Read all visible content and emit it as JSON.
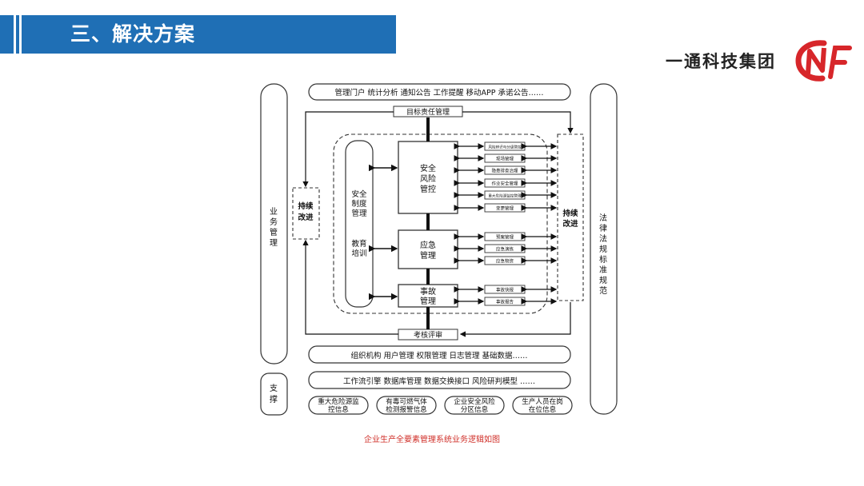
{
  "header": {
    "title": "三、解决方案",
    "company": "一通科技集团",
    "brand_color": "#1f6fb5",
    "logo_color": "#d7262a"
  },
  "diagram": {
    "top_bar": "管理门户  统计分析  通知公告  工作提醒  移动APP  承诺公告……",
    "target_mgmt": "目标责任管理",
    "assessment": "考核评审",
    "left_outer": [
      "业",
      "务",
      "管",
      "理"
    ],
    "right_outer": [
      "法",
      "律",
      "法",
      "规",
      "标",
      "准",
      "规",
      "范"
    ],
    "support": [
      "支",
      "撑"
    ],
    "continuous_left": [
      "持续",
      "改进"
    ],
    "continuous_right": [
      "持续",
      "改进"
    ],
    "system_col": [
      "安全",
      "制度",
      "管理",
      "",
      "",
      "教育",
      "培训"
    ],
    "risk": [
      "安全",
      "风险",
      "管控"
    ],
    "emergency": [
      "应急",
      "管理"
    ],
    "accident": [
      "事故",
      "管理"
    ],
    "risk_items": [
      "风险辨识与分级管控",
      "现场管理",
      "隐患排查治理",
      "作业安全管理",
      "重大危险源监控管理",
      "变更管理"
    ],
    "emergency_items": [
      "预案管理",
      "应急演练",
      "应急物资"
    ],
    "accident_items": [
      "事故快报",
      "事故报告"
    ],
    "base_bar": "组织机构    用户管理    权限管理  日志管理  基础数据……",
    "tech_bar": "工作流引擎  数据库管理  数据交换接口  风险研判模型    ……",
    "info_items": [
      [
        "重大危险源监",
        "控信息"
      ],
      [
        "有毒可燃气体",
        "检测报警信息"
      ],
      [
        "企业安全风险",
        "分区信息"
      ],
      [
        "生产人员在岗",
        "在位信息"
      ]
    ]
  },
  "caption": "企业生产全要素管理系统业务逻辑如图"
}
